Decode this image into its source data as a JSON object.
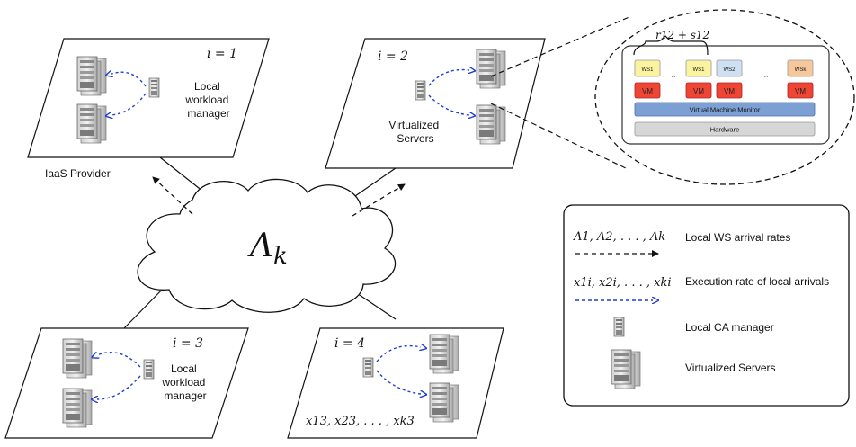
{
  "regions": [
    {
      "index_label": "i = 1",
      "caption_lines": [
        "Local",
        "workload",
        "manager"
      ]
    },
    {
      "index_label": "i = 2",
      "caption_lines": [
        "Virtualized",
        "Servers"
      ]
    },
    {
      "index_label": "i = 3",
      "caption_lines": [
        "Local",
        "workload",
        "manager"
      ]
    },
    {
      "index_label": "i = 4",
      "caption_lines": [],
      "formula": "x13, x23, . . . , xk3"
    }
  ],
  "provider_label": "IaaS Provider",
  "cloud_label": "Λk",
  "zoom": {
    "formula": "r12 + s12",
    "ws_boxes": [
      "WS1",
      "WS1",
      "WS2",
      "WSk"
    ],
    "vm_label": "VM",
    "ellipsis": "...",
    "vmm_label": "Virtual Machine Monitor",
    "hardware_label": "Hardware"
  },
  "legend": [
    {
      "symbol": "Λ1, Λ2, . . . , Λk",
      "text": "Local WS arrival rates"
    },
    {
      "symbol": "x1i, x2i, . . . , xki",
      "text": "Execution rate of local arrivals"
    },
    {
      "symbol": "local-ca-manager-icon",
      "text": "Local CA manager"
    },
    {
      "symbol": "virtualized-servers-icon",
      "text": "Virtualized Servers"
    }
  ],
  "colors": {
    "ws_fill": "#fbf3a0",
    "ws2_fill": "#cfe0f2",
    "wsk_fill": "#f7c79c",
    "vm_fill": "#ef4535",
    "vmm_fill": "#7da0d4",
    "hardware_fill": "#d6d6d6",
    "blue_arrow": "#1f3fd6"
  }
}
